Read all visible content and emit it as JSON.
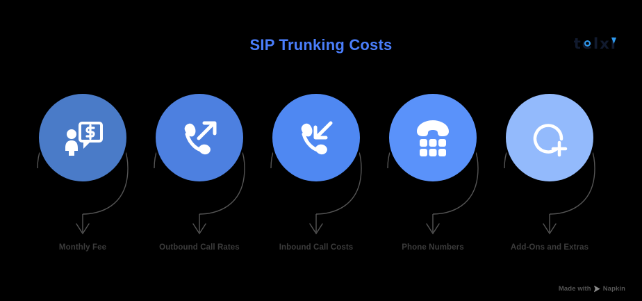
{
  "header": {
    "title": "SIP Trunking Costs",
    "title_color": "#4a7efb",
    "logo_text": "telxi",
    "logo_color": "#111a2e",
    "logo_accent_color": "#2f9bf0"
  },
  "steps": [
    {
      "label": "Monthly Fee",
      "icon": "person-with-money-speech-bubble-icon",
      "circle_color": "#4a7bc8"
    },
    {
      "label": "Outbound Call Rates",
      "icon": "outgoing-call-icon",
      "circle_color": "#4d80e0"
    },
    {
      "label": "Inbound Call Costs",
      "icon": "incoming-call-icon",
      "circle_color": "#4f88f2"
    },
    {
      "label": "Phone Numbers",
      "icon": "telephone-keypad-icon",
      "circle_color": "#5a92fa"
    },
    {
      "label": "Add-Ons and Extras",
      "icon": "circle-plus-icon",
      "circle_color": "#93bafc"
    }
  ],
  "footer": {
    "made_with": "Made with",
    "brand": "Napkin"
  },
  "theme": {
    "background": "#000000",
    "arc_color": "#555555",
    "label_color": "#3c3c3c",
    "icon_color": "#ffffff"
  }
}
